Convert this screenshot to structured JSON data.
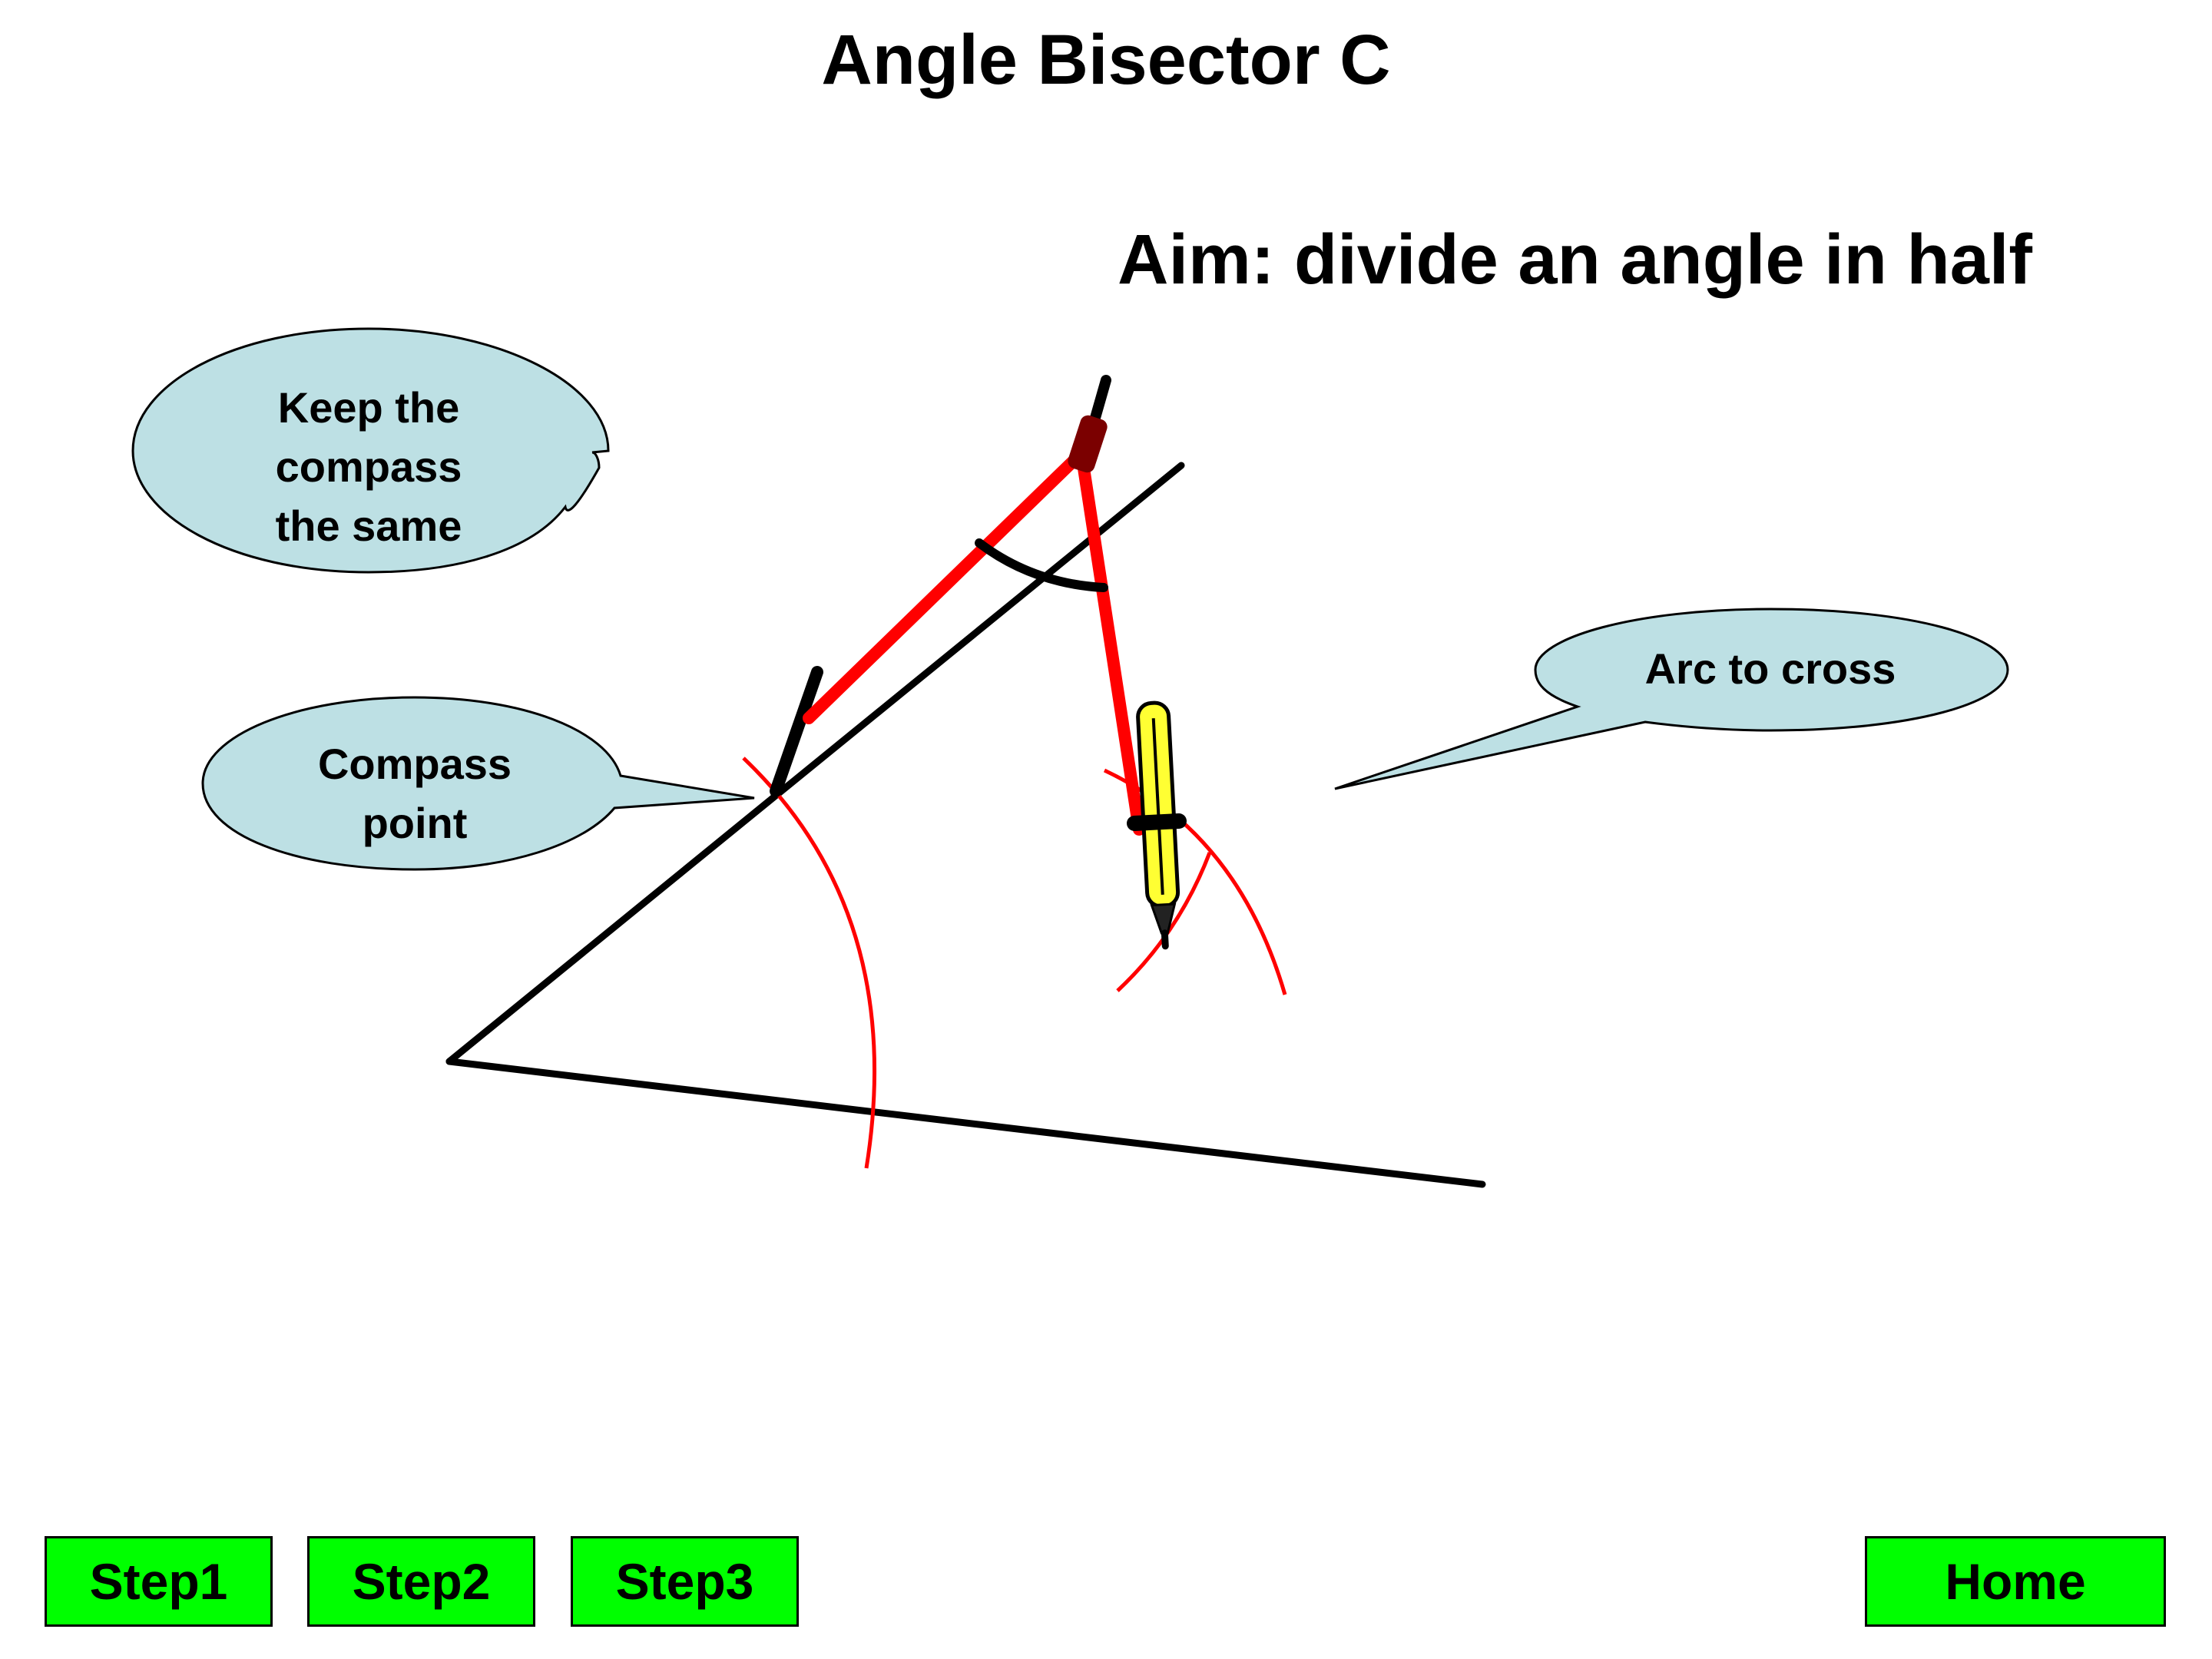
{
  "header": {
    "title": "Angle Bisector C",
    "aim": "Aim: divide an angle in half"
  },
  "callouts": {
    "keep_same": "Keep the\ncompass\nthe same",
    "compass_point": "Compass\npoint",
    "arc_to_cross": "Arc to cross"
  },
  "navigation": {
    "step1": "Step1",
    "step2": "Step2",
    "step3": "Step3",
    "home": "Home"
  },
  "colors": {
    "callout_fill": "#bde0e4",
    "button_fill": "#00ff00",
    "arc": "#ff0000",
    "compass_arm": "#ff0000",
    "compass_hinge": "#7b0000",
    "pencil": "#ffff33",
    "lines": "#000000"
  }
}
